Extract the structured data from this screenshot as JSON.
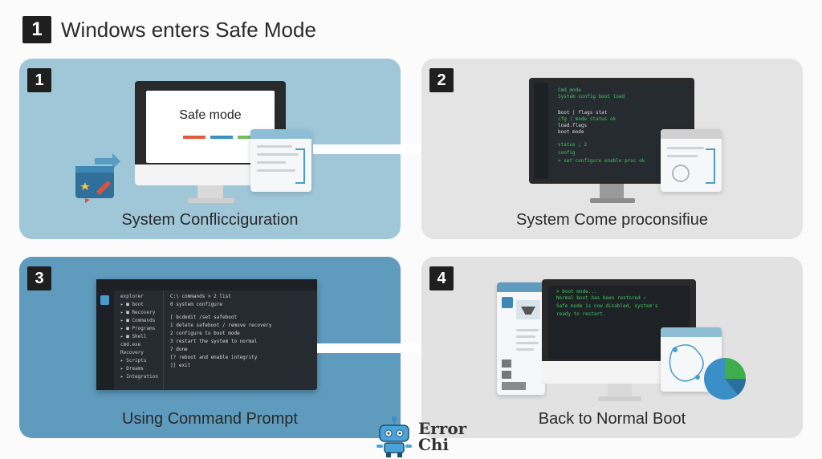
{
  "header": {
    "number": "1",
    "title": "Windows enters Safe Mode"
  },
  "panels": [
    {
      "step": "1",
      "caption": "System Conflicciguration",
      "screen_text": "Safe mode"
    },
    {
      "step": "2",
      "caption": "System Come proconsifiue"
    },
    {
      "step": "3",
      "caption": "Using Command Prompt"
    },
    {
      "step": "4",
      "caption": "Back to Normal Boot"
    }
  ],
  "logo": {
    "line1": "Error",
    "line2": "Chi"
  },
  "colors": {
    "panel1": "#9fc7d8",
    "panel2": "#e4e4e4",
    "panel3": "#5e9bbd",
    "panel4": "#e2e2e2",
    "terminal_green": "#3fc75a",
    "terminal_bg": "#262b31"
  },
  "icons": [
    "toolbox-icon",
    "arrow-right-icon",
    "robot-mascot-icon",
    "pie-chart-icon"
  ]
}
